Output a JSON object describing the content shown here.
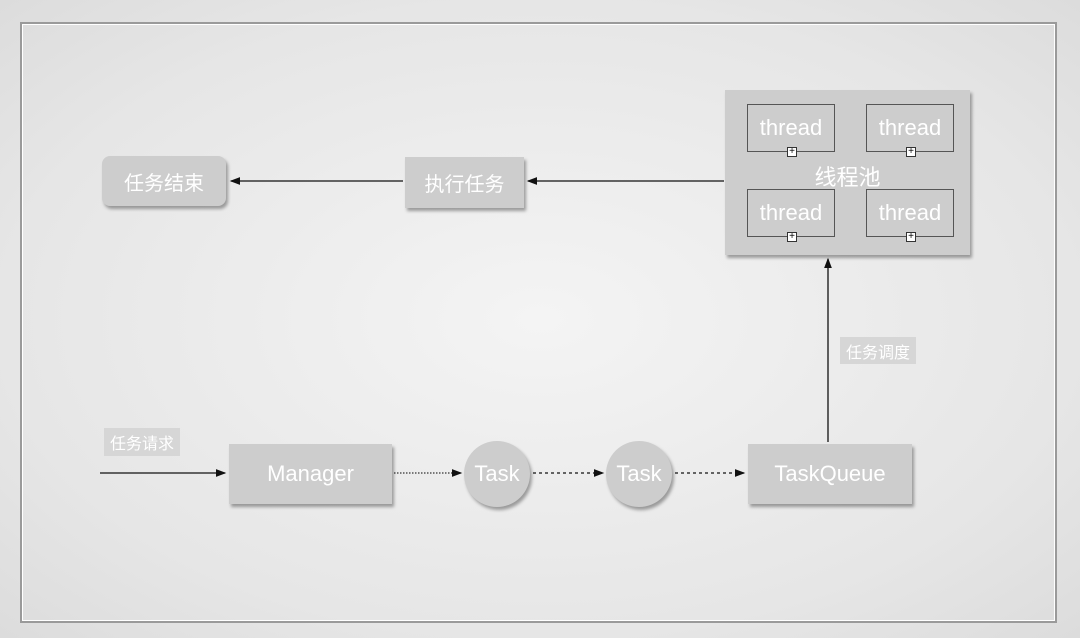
{
  "nodes": {
    "task_end": "任务结束",
    "execute_task": "执行任务",
    "thread_pool": "线程池",
    "threads": [
      "thread",
      "thread",
      "thread",
      "thread"
    ],
    "manager": "Manager",
    "task1": "Task",
    "task2": "Task",
    "task_queue": "TaskQueue"
  },
  "labels": {
    "task_request": "任务请求",
    "task_dispatch": "任务调度"
  }
}
